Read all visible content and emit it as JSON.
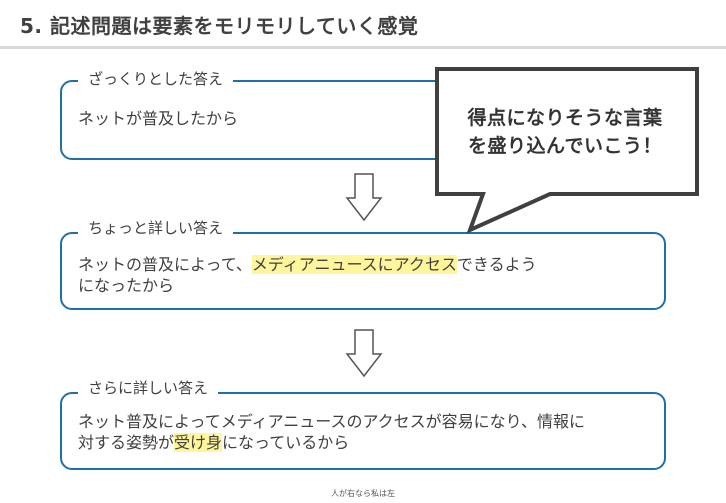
{
  "slide": {
    "title": "5. 記述問題は要素をモリモリしていく感覚"
  },
  "boxes": [
    {
      "label": "ざっくりとした答え",
      "line1_before": "ネットが普及したから",
      "line1_highlight": "",
      "line1_after": "",
      "line2_before": "",
      "line2_highlight": "",
      "line2_after": ""
    },
    {
      "label": "ちょっと詳しい答え",
      "line1_before": "ネットの普及によって、",
      "line1_highlight": "メディアニュースにアクセス",
      "line1_after": "できるよう",
      "line2_before": "になったから",
      "line2_highlight": "",
      "line2_after": ""
    },
    {
      "label": "さらに詳しい答え",
      "line1_before": "ネット普及によってメディアニュースのアクセスが容易になり、情報に",
      "line1_highlight": "",
      "line1_after": "",
      "line2_before": "対する姿勢が",
      "line2_highlight": "受け身",
      "line2_after": "になっているから"
    }
  ],
  "callout": {
    "line1": "得点になりそうな言葉",
    "line2": "を盛り込んでいこう！"
  },
  "footer": {
    "text": "人が右なら私は左"
  },
  "colors": {
    "box_border": "#1f6fa8",
    "highlight": "#fff59d",
    "callout_border": "#404040"
  }
}
